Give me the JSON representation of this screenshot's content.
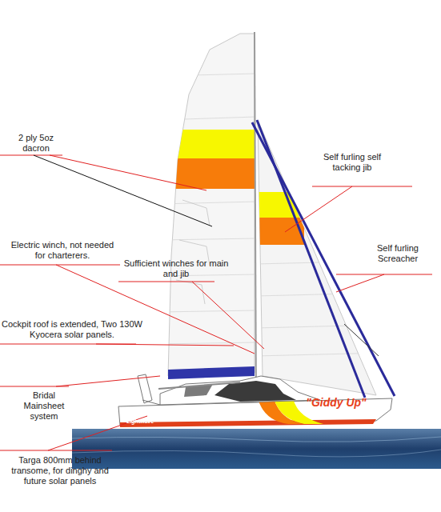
{
  "diagram": {
    "labels": [
      "2 ply 5oz dacron",
      "Self furling self tacking jib",
      "Electric winch, not needed for charterers.",
      "Sufficient winches for main and jib",
      "Self furling Screacher",
      "Cockpit roof is extended, Two 130W Kyocera solar panels.",
      "Bridal Mainsheet system",
      "Targa 800mm behind transome, for dinghy and future solar panels",
      "\"Giddy Up\"",
      "Lightwave"
    ]
  }
}
